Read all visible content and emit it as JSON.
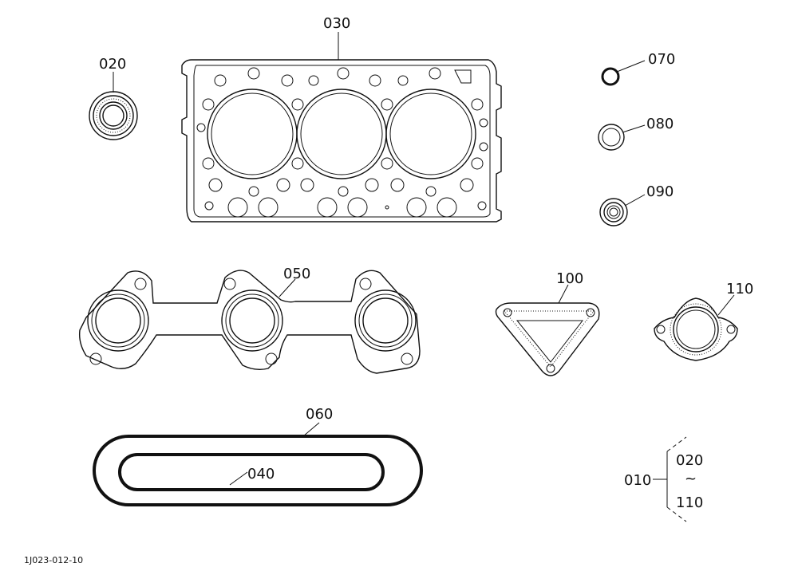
{
  "diagram": {
    "drawing_code": "1J023-012-10",
    "parts": {
      "p010": "010",
      "p020": "020",
      "p030": "030",
      "p040": "040",
      "p050": "050",
      "p060": "060",
      "p070": "070",
      "p080": "080",
      "p090": "090",
      "p100": "100",
      "p110": "110"
    },
    "group_range": {
      "from": "020",
      "tilde": "~",
      "to": "110"
    }
  }
}
